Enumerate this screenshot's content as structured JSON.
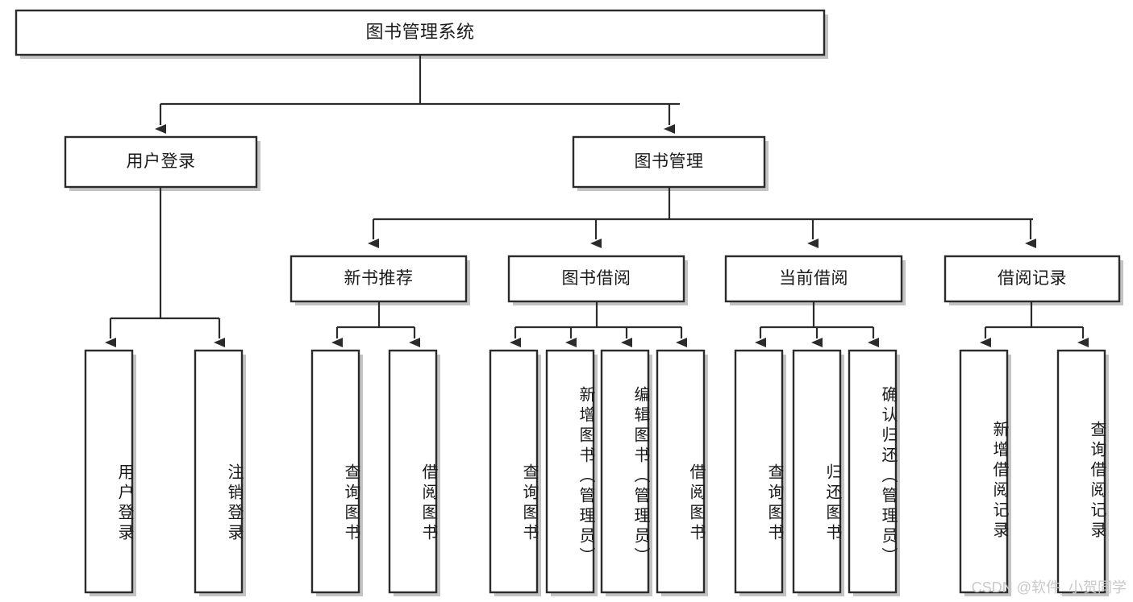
{
  "diagram": {
    "title": "图书管理系统",
    "type": "tree",
    "watermark": "CSDN @软件_小贺同学",
    "colors": {
      "box_stroke": "#2b2b2b",
      "box_fill": "#ffffff",
      "connector": "#2b2b2b",
      "text": "#1a1a1a",
      "watermark": "#c9c9c9",
      "background": "#ffffff"
    }
  },
  "nodes": {
    "root": {
      "label": "图书管理系统"
    },
    "level1": [
      {
        "id": "user-login",
        "label": "用户登录"
      },
      {
        "id": "book-management",
        "label": "图书管理"
      }
    ],
    "level2": [
      {
        "id": "new-book-recommend",
        "label": "新书推荐"
      },
      {
        "id": "book-borrow",
        "label": "图书借阅"
      },
      {
        "id": "current-borrow",
        "label": "当前借阅"
      },
      {
        "id": "borrow-record",
        "label": "借阅记录"
      }
    ],
    "leaves": {
      "user-login": [
        {
          "id": "leaf-user-login",
          "label": "用户登录"
        },
        {
          "id": "leaf-user-logout",
          "label": "注销登录"
        }
      ],
      "new-book-recommend": [
        {
          "id": "leaf-query-book-1",
          "label": "查询图书"
        },
        {
          "id": "leaf-borrow-book-1",
          "label": "借阅图书"
        }
      ],
      "book-borrow": [
        {
          "id": "leaf-query-book-2",
          "label": "查询图书"
        },
        {
          "id": "leaf-add-book",
          "label": "新增图书（管理员）"
        },
        {
          "id": "leaf-edit-book",
          "label": "编辑图书（管理员）"
        },
        {
          "id": "leaf-borrow-book-2",
          "label": "借阅图书"
        }
      ],
      "current-borrow": [
        {
          "id": "leaf-query-book-3",
          "label": "查询图书"
        },
        {
          "id": "leaf-return-book",
          "label": "归还图书"
        },
        {
          "id": "leaf-confirm-return",
          "label": "确认归还（管理员）"
        }
      ],
      "borrow-record": [
        {
          "id": "leaf-add-record",
          "label": "新增借阅记录"
        },
        {
          "id": "leaf-query-record",
          "label": "查询借阅记录"
        }
      ]
    }
  }
}
